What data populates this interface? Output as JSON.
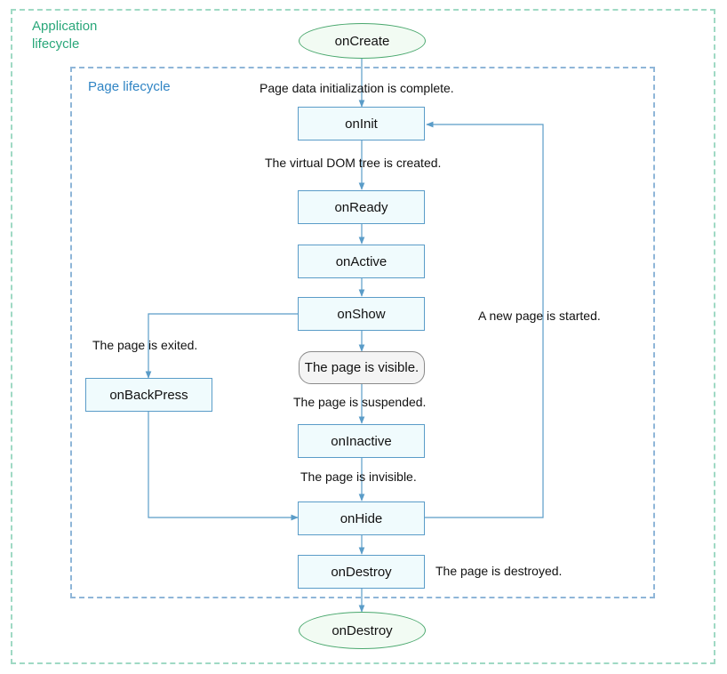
{
  "frames": {
    "application": "Application\nlifecycle",
    "application_lines": [
      "Application",
      "lifecycle"
    ],
    "page": "Page lifecycle"
  },
  "nodes": {
    "app_create": "onCreate",
    "on_init": "onInit",
    "on_ready": "onReady",
    "on_active": "onActive",
    "on_show": "onShow",
    "page_visible": "The page is visible.",
    "on_back_press": "onBackPress",
    "on_inactive": "onInactive",
    "on_hide": "onHide",
    "page_on_destroy": "onDestroy",
    "app_destroy": "onDestroy"
  },
  "labels": {
    "data_init": "Page data initialization is complete.",
    "dom_created": "The virtual DOM tree is created.",
    "page_exited": "The page is exited.",
    "page_suspended": "The page is suspended.",
    "page_invisible": "The page is invisible.",
    "page_destroyed": "The page is destroyed.",
    "new_page": "A new page is started."
  },
  "colors": {
    "app_frame": "#9fd9c4",
    "page_frame": "#8fb6d8",
    "arrow": "#5a9cc8",
    "app_text": "#2aa77a",
    "page_text": "#2f84c4"
  }
}
